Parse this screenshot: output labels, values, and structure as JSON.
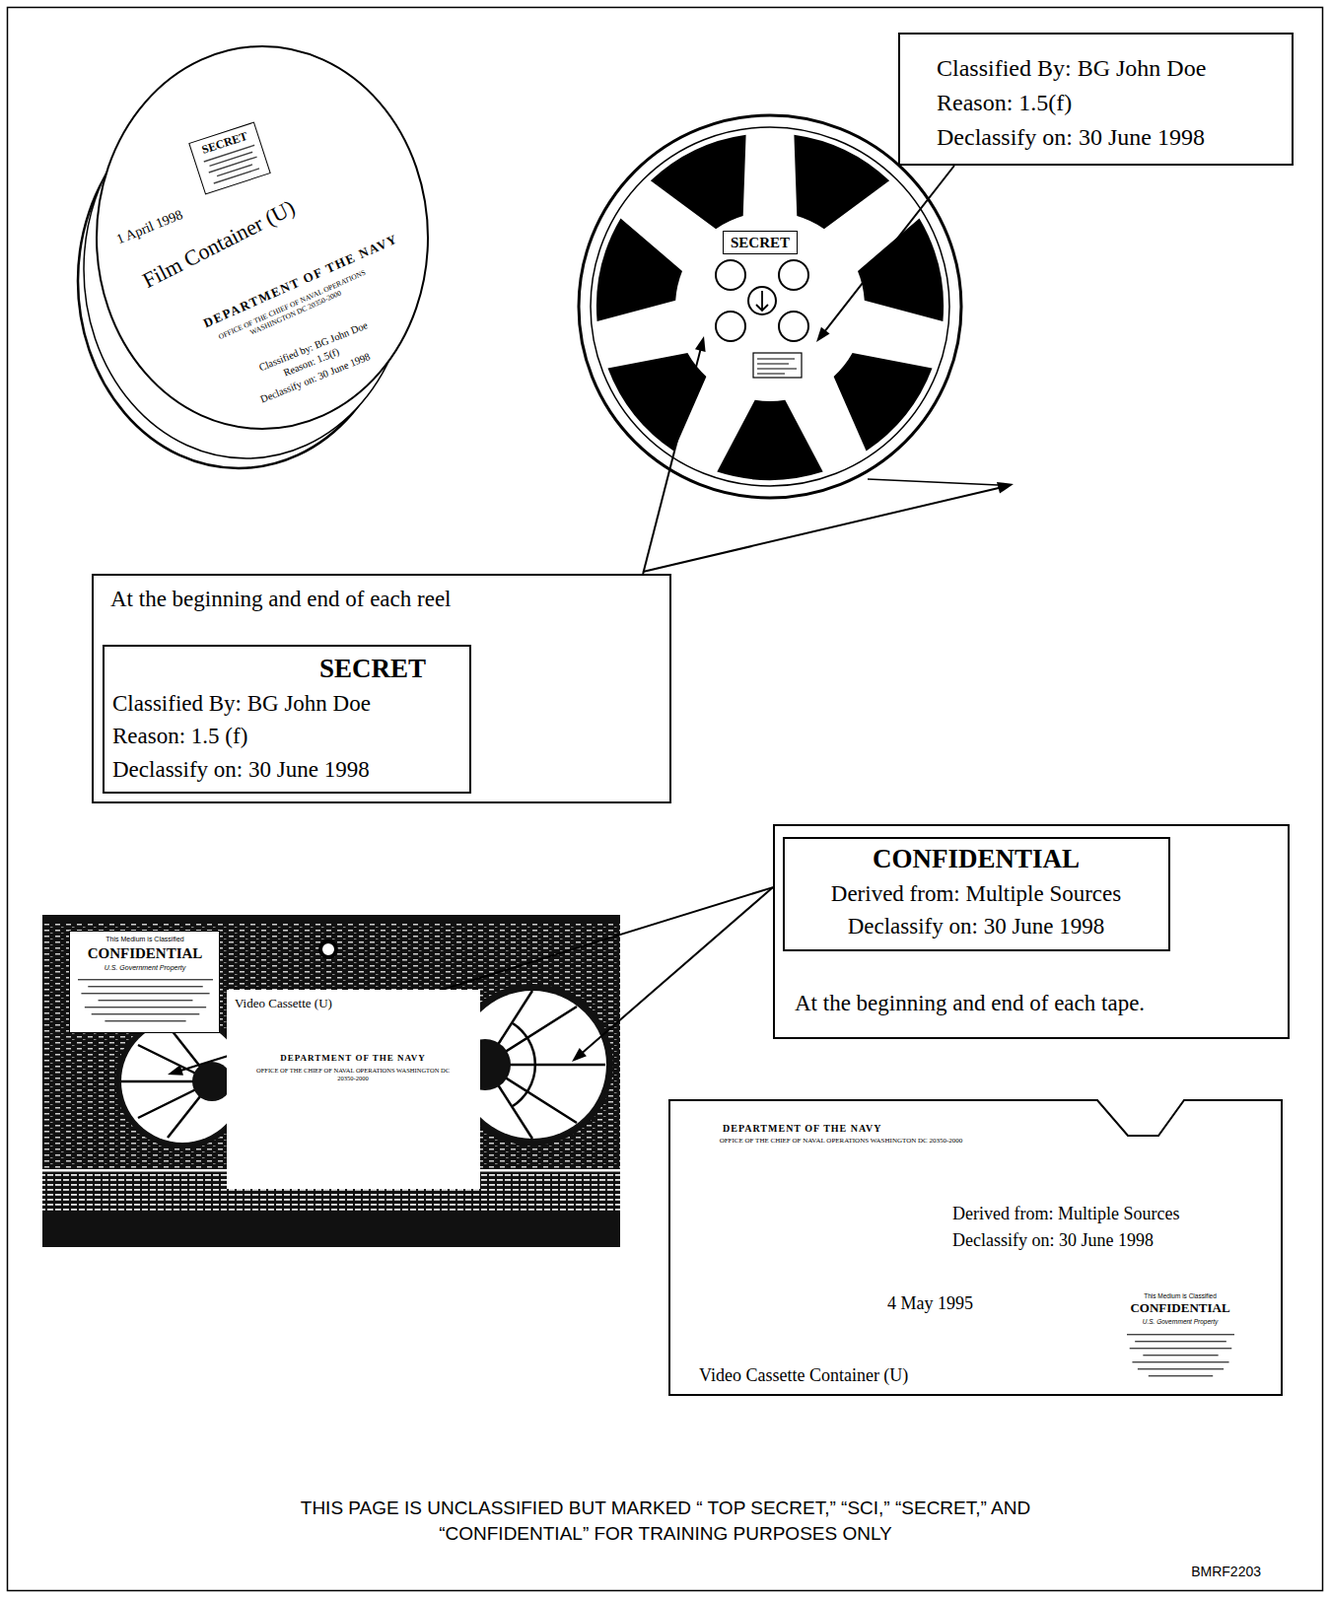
{
  "diagram": {
    "nodes": [
      {
        "text": [
          "Classified By: BG John Doe",
          "Reason: 1.5(f)",
          "Declassify on: 30 June 1998"
        ]
      },
      {
        "text": [
          "1 April 1998",
          "Film Container (U)",
          "DEPARTMENT OF THE NAVY",
          "OFFICE OF THE CHIEF OF NAVAL OPERATIONS WASHINGTON DC 20350-2000",
          "Classified by: BG John Doe",
          "Reason: 1.5(f)",
          "Declassify on: 30 June 1998"
        ]
      },
      {
        "text": [
          "SECRET"
        ],
        "in": 1
      },
      {
        "text": [
          "SECRET"
        ]
      },
      {
        "text": [
          "At the beginning and end of each reel"
        ]
      },
      {
        "text": [
          "SECRET",
          "Classified By: BG John Doe",
          "Reason: 1.5 (f)",
          "Declassify on: 30 June 1998"
        ],
        "in": 4
      },
      {
        "text": [
          "At the beginning and end of each tape."
        ]
      },
      {
        "text": [
          "CONFIDENTIAL",
          "Derived from: Multiple Sources",
          "Declassify on: 30 June 1998"
        ],
        "in": 6
      },
      {
        "text": []
      },
      {
        "text": [
          "This Medium is Classified",
          "CONFIDENTIAL",
          "U.S. Government Property"
        ],
        "in": 8
      },
      {
        "text": [
          "Video Cassette (U)",
          "DEPARTMENT OF THE NAVY",
          "OFFICE OF THE CHIEF OF NAVAL OPERATIONS WASHINGTON DC 20350-2000"
        ],
        "in": 8
      },
      {
        "text": [
          "DEPARTMENT OF THE NAVY",
          "OFFICE OF THE CHIEF OF NAVAL OPERATIONS WASHINGTON DC 20350-2000",
          "Derived from: Multiple Sources",
          "Declassify on: 30 June 1998",
          "4 May 1995",
          "Video Cassette Container (U)"
        ]
      },
      {
        "text": [
          "This Medium is Classified",
          "CONFIDENTIAL",
          "U.S. Government Property"
        ],
        "in": 11
      }
    ],
    "edges": [
      {
        "from": 0,
        "to": 3,
        "arrow": "to"
      },
      {
        "from": 4,
        "to": 3,
        "arrow": "to"
      },
      {
        "from": 6,
        "to": 8,
        "arrow": "to"
      },
      {
        "from": 6,
        "to": 8,
        "arrow": "to"
      }
    ],
    "labels": [
      "THIS PAGE IS UNCLASSIFIED BUT MARKED “ TOP SECRET,” “SCI,” “SECRET,” AND “CONFIDENTIAL” FOR TRAINING PURPOSES ONLY",
      "BMRF2203"
    ]
  }
}
